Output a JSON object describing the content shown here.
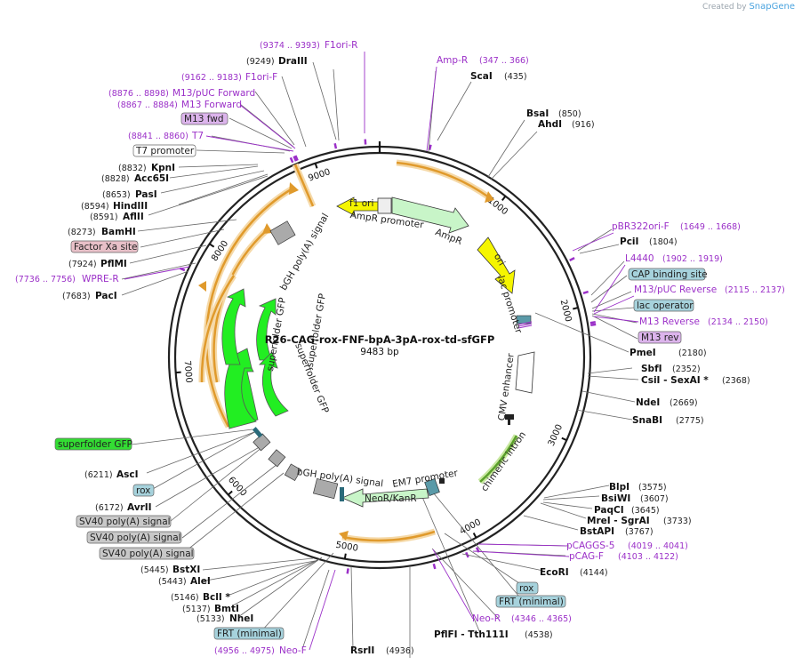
{
  "credit": {
    "prefix": "Created by",
    "brand": "SnapGene"
  },
  "plasmid": {
    "name": "R26-CAG-rox-FNF-bpA-3pA-rox-td-sfGFP",
    "length_label": "9483 bp",
    "length": 9483
  },
  "ticks": [
    {
      "bp": 1000,
      "label": "1000"
    },
    {
      "bp": 2000,
      "label": "2000"
    },
    {
      "bp": 3000,
      "label": "3000"
    },
    {
      "bp": 4000,
      "label": "4000"
    },
    {
      "bp": 5000,
      "label": "5000"
    },
    {
      "bp": 6000,
      "label": "6000"
    },
    {
      "bp": 7000,
      "label": "7000"
    },
    {
      "bp": 8000,
      "label": "8000"
    },
    {
      "bp": 9000,
      "label": "9000"
    }
  ],
  "enzymes": [
    {
      "name": "ScaI",
      "pos": "(435)",
      "side": "right",
      "bp": 435
    },
    {
      "name": "BsaI",
      "pos": "(850)",
      "side": "right",
      "bp": 850
    },
    {
      "name": "AhdI",
      "pos": "(916)",
      "side": "right",
      "bp": 916
    },
    {
      "name": "PciI",
      "pos": "(1804)",
      "side": "right",
      "bp": 1804
    },
    {
      "name": "PmeI",
      "pos": "(2180)",
      "side": "right",
      "bp": 2180
    },
    {
      "name": "SbfI",
      "pos": "(2352)",
      "side": "right",
      "bp": 2352
    },
    {
      "name": "CsiI  -  SexAI *",
      "pos": "(2368)",
      "side": "right",
      "bp": 2368
    },
    {
      "name": "NdeI",
      "pos": "(2669)",
      "side": "right",
      "bp": 2669
    },
    {
      "name": "SnaBI",
      "pos": "(2775)",
      "side": "right",
      "bp": 2775
    },
    {
      "name": "BlpI",
      "pos": "(3575)",
      "side": "right",
      "bp": 3575
    },
    {
      "name": "BsiWI",
      "pos": "(3607)",
      "side": "right",
      "bp": 3607
    },
    {
      "name": "PaqCI",
      "pos": "(3645)",
      "side": "right",
      "bp": 3645
    },
    {
      "name": "MreI  -  SgrAI",
      "pos": "(3733)",
      "side": "right",
      "bp": 3733
    },
    {
      "name": "BstAPI",
      "pos": "(3767)",
      "side": "right",
      "bp": 3767
    },
    {
      "name": "EcoRI",
      "pos": "(4144)",
      "side": "right",
      "bp": 4144
    },
    {
      "name": "PflFI  -  Tth111I",
      "pos": "(4538)",
      "side": "right",
      "bp": 4538
    },
    {
      "name": "RsrII",
      "pos": "(4936)",
      "side": "right",
      "bp": 4936
    },
    {
      "name": "DraIII",
      "pos": "(9249)",
      "side": "left",
      "bp": 9249
    },
    {
      "name": "KpnI",
      "pos": "(8832)",
      "side": "left",
      "bp": 8832
    },
    {
      "name": "Acc65I",
      "pos": "(8828)",
      "side": "left",
      "bp": 8828
    },
    {
      "name": "PasI",
      "pos": "(8653)",
      "side": "left",
      "bp": 8653
    },
    {
      "name": "HindIII",
      "pos": "(8594)",
      "side": "left",
      "bp": 8594
    },
    {
      "name": "AflII",
      "pos": "(8591)",
      "side": "left",
      "bp": 8591
    },
    {
      "name": "BamHI",
      "pos": "(8273)",
      "side": "left",
      "bp": 8273
    },
    {
      "name": "PflMI",
      "pos": "(7924)",
      "side": "left",
      "bp": 7924
    },
    {
      "name": "PacI",
      "pos": "(7683)",
      "side": "left",
      "bp": 7683
    },
    {
      "name": "AscI",
      "pos": "(6211)",
      "side": "left",
      "bp": 6211
    },
    {
      "name": "AvrII",
      "pos": "(6172)",
      "side": "left",
      "bp": 6172
    },
    {
      "name": "BstXI",
      "pos": "(5445)",
      "side": "left",
      "bp": 5445
    },
    {
      "name": "AleI",
      "pos": "(5443)",
      "side": "left",
      "bp": 5443
    },
    {
      "name": "BclI *",
      "pos": "(5146)",
      "side": "left",
      "bp": 5146
    },
    {
      "name": "BmtI",
      "pos": "(5137)",
      "side": "left",
      "bp": 5137
    },
    {
      "name": "NheI",
      "pos": "(5133)",
      "side": "left",
      "bp": 5133
    }
  ],
  "primers": [
    {
      "name": "Amp-R",
      "pos": "(347 .. 366)",
      "bp": 356
    },
    {
      "name": "pBR322ori-F",
      "pos": "(1649 .. 1668)",
      "bp": 1658
    },
    {
      "name": "L4440",
      "pos": "(1902 .. 1919)",
      "bp": 1910
    },
    {
      "name": "M13/pUC Reverse",
      "pos": "(2115 .. 2137)",
      "bp": 2126
    },
    {
      "name": "M13 Reverse",
      "pos": "(2134 .. 2150)",
      "bp": 2142
    },
    {
      "name": "pCAGGS-5",
      "pos": "(4019 .. 4041)",
      "bp": 4030
    },
    {
      "name": "pCAG-F",
      "pos": "(4103 .. 4122)",
      "bp": 4112
    },
    {
      "name": "Neo-R",
      "pos": "(4346 .. 4365)",
      "bp": 4355
    },
    {
      "name": "Neo-F",
      "pos": "(4956 .. 4975)",
      "bp": 4965
    },
    {
      "name": "WPRE-R",
      "pos": "(7736 .. 7756)",
      "bp": 7746
    },
    {
      "name": "T7",
      "pos": "(8841 .. 8860)",
      "bp": 8850
    },
    {
      "name": "M13 Forward",
      "pos": "(8867 .. 8884)",
      "bp": 8875
    },
    {
      "name": "M13/pUC Forward",
      "pos": "(8876 .. 8898)",
      "bp": 8887
    },
    {
      "name": "F1ori-F",
      "pos": "(9162 .. 9183)",
      "bp": 9172
    },
    {
      "name": "F1ori-R",
      "pos": "(9374 .. 9393)",
      "bp": 9383
    }
  ],
  "boxed_features": [
    {
      "name": "CAP binding site",
      "color": "#a6d2dc"
    },
    {
      "name": "lac operator",
      "color": "#a6d2dc"
    },
    {
      "name": "M13 rev",
      "color": "#dcb4ec"
    },
    {
      "name": "rox",
      "color": "#a6d2dc"
    },
    {
      "name": "FRT (minimal)",
      "color": "#a6d2dc"
    },
    {
      "name": "FRT (minimal)",
      "color": "#a6d2dc"
    },
    {
      "name": "SV40 poly(A) signal",
      "color": "#c8c8c8"
    },
    {
      "name": "SV40 poly(A) signal",
      "color": "#c8c8c8"
    },
    {
      "name": "SV40 poly(A) signal",
      "color": "#c8c8c8"
    },
    {
      "name": "rox",
      "color": "#a6d2dc"
    },
    {
      "name": "superfolder GFP",
      "color": "#33dd33"
    },
    {
      "name": "Factor Xa site",
      "color": "#e8c0c8"
    },
    {
      "name": "T7 promoter",
      "color": "#ffffff"
    },
    {
      "name": "M13 fwd",
      "color": "#dcb4ec"
    }
  ],
  "inner_features": [
    {
      "name": "f1 ori"
    },
    {
      "name": "AmpR promoter"
    },
    {
      "name": "AmpR"
    },
    {
      "name": "ori"
    },
    {
      "name": "lac promoter"
    },
    {
      "name": "CMV enhancer"
    },
    {
      "name": "chimeric intron"
    },
    {
      "name": "EM7 promoter"
    },
    {
      "name": "NeoR/KanR"
    },
    {
      "name": "bGH poly(A) signal"
    },
    {
      "name": "bGH poly(A) signal"
    },
    {
      "name": "superfolder GFP"
    },
    {
      "name": "superfolder GFP"
    },
    {
      "name": "superfolder GFP"
    }
  ],
  "colors": {
    "primer": "#9b30c8",
    "gfp": "#22ee22",
    "orange": "#e8a33a",
    "ori": "#f2f200",
    "ampr": "#c8f5c8"
  }
}
